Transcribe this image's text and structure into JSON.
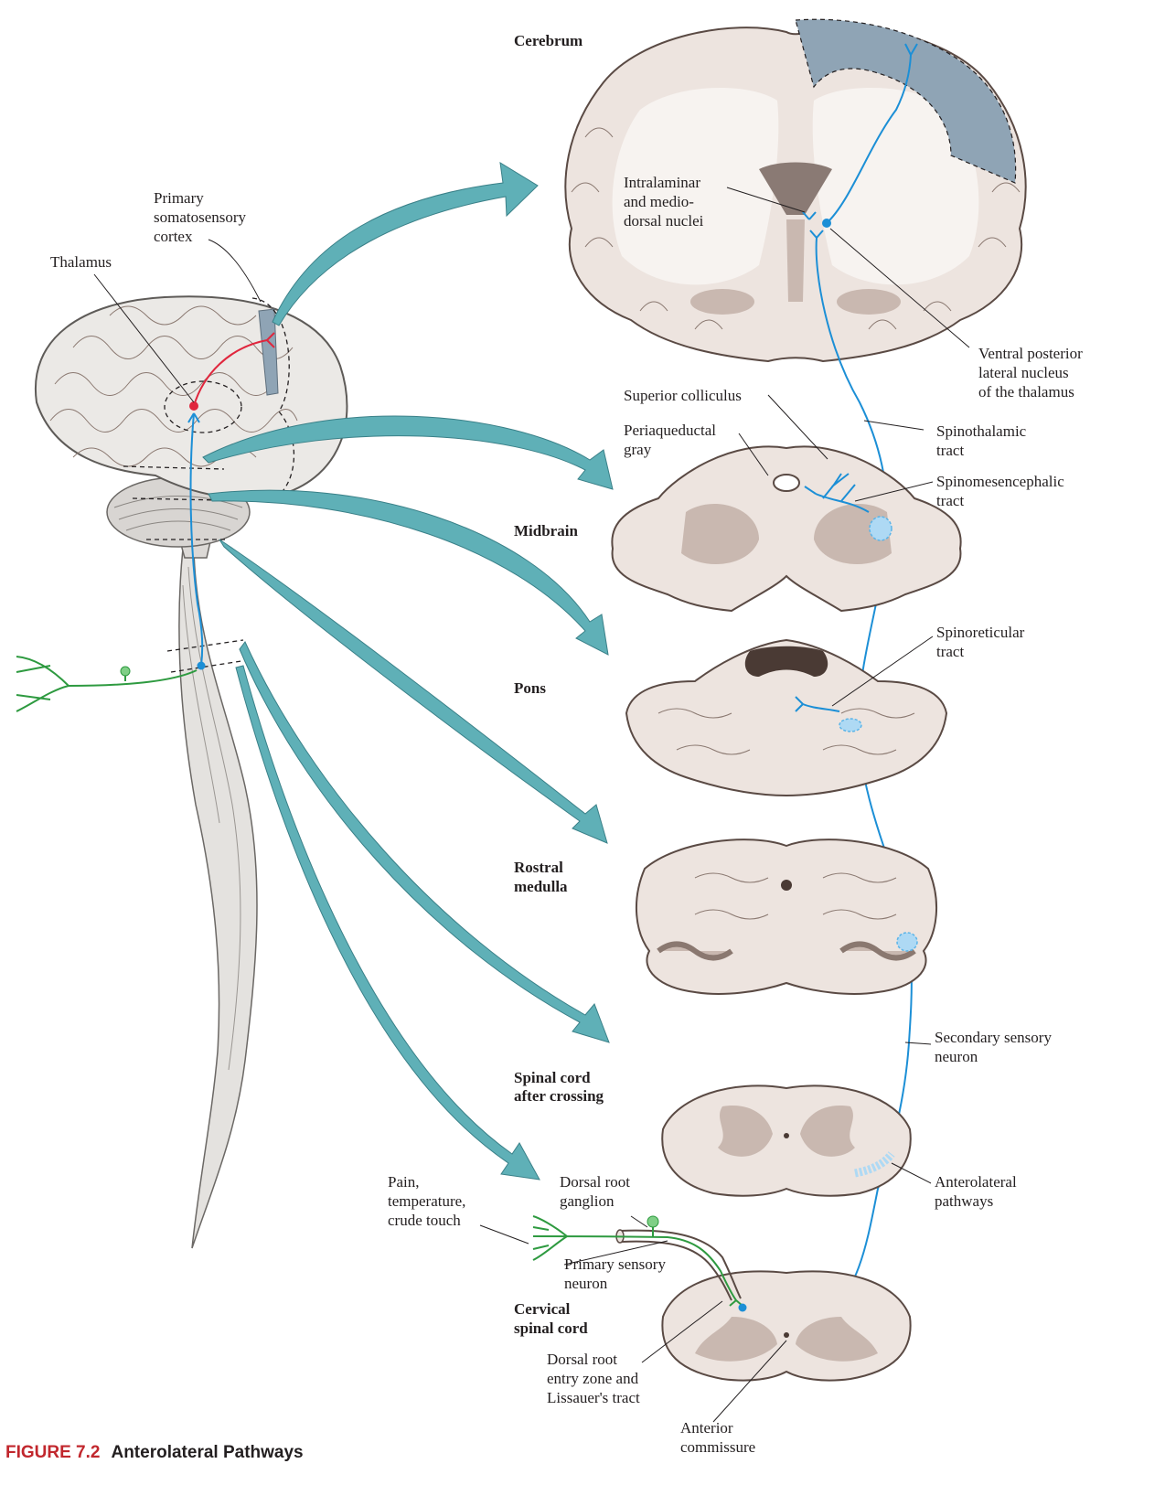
{
  "levels": {
    "cerebrum": "Cerebrum",
    "midbrain": "Midbrain",
    "pons": "Pons",
    "rostral_medulla": [
      "Rostral",
      "medulla"
    ],
    "spinal_after": [
      "Spinal cord",
      "after crossing"
    ],
    "cervical": [
      "Cervical",
      "spinal cord"
    ]
  },
  "labels": {
    "primary_cortex": [
      "Primary",
      "somatosensory",
      "cortex"
    ],
    "thalamus": "Thalamus",
    "intralaminar": [
      "Intralaminar",
      "and medio-",
      "dorsal nuclei"
    ],
    "vpl": [
      "Ventral posterior",
      "lateral nucleus",
      "of the thalamus"
    ],
    "superior_colliculus": "Superior colliculus",
    "periaqueductal": [
      "Periaqueductal",
      "gray"
    ],
    "spinothalamic": [
      "Spinothalamic",
      "tract"
    ],
    "spinomesencephalic": [
      "Spinomesencephalic",
      "tract"
    ],
    "spinoreticular": [
      "Spinoreticular",
      "tract"
    ],
    "secondary_neuron": [
      "Secondary sensory",
      "neuron"
    ],
    "anterolateral": [
      "Anterolateral",
      "pathways"
    ],
    "pain": [
      "Pain,",
      "temperature,",
      "crude touch"
    ],
    "drg": [
      "Dorsal root",
      "ganglion"
    ],
    "primary_neuron": [
      "Primary sensory",
      "neuron"
    ],
    "entry_zone": [
      "Dorsal root",
      "entry zone and",
      "Lissauer's tract"
    ],
    "anterior_commissure": [
      "Anterior",
      "commissure"
    ]
  },
  "caption": {
    "number": "FIGURE 7.2",
    "title": "Anterolateral Pathways"
  },
  "colors": {
    "arrow": "#5fb0b7",
    "secondary_neuron": "#1c8fd6",
    "primary_neuron": "#2e9a40",
    "thalamic_neuron": "#e0263d",
    "cortex_highlight": "#8fa4b5",
    "tissue": "#ede4df"
  }
}
